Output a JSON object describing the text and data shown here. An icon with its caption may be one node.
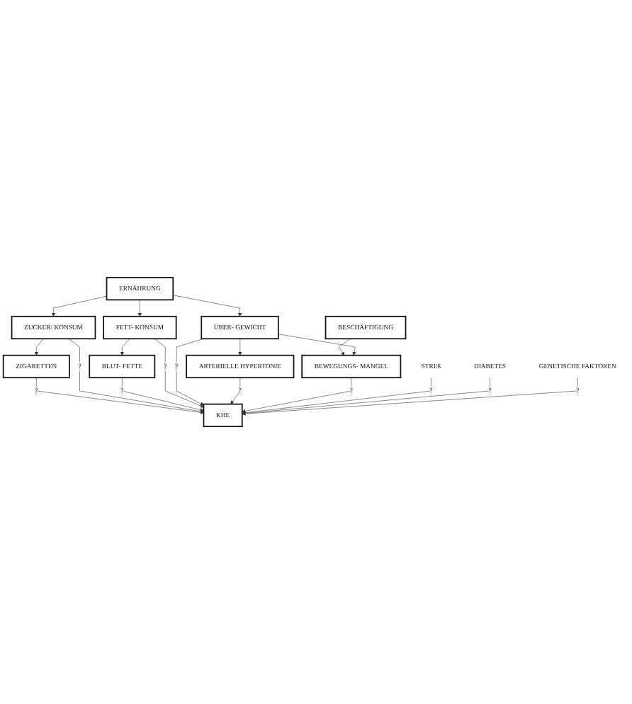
{
  "diagram": {
    "nodes": [
      {
        "text": [
          "ZIGARETTEN"
        ]
      },
      {
        "text": [
          "ERNÄHRUNG"
        ]
      },
      {
        "text": [
          "BESCHÄFTIGUNG"
        ]
      },
      {
        "text": [
          "ZUCKER/ KONSUM"
        ]
      },
      {
        "text": [
          "FETT- KONSUM"
        ]
      },
      {
        "text": [
          "ÜBER- GEWICHT"
        ]
      },
      {
        "text": [
          "BEWEGUNGS- MANGEL"
        ]
      },
      {
        "text": [
          "BLUT- FETTE"
        ]
      },
      {
        "text": [
          "ARTERIELLE HYPERTONIE"
        ]
      },
      {
        "text": [
          "STREß"
        ]
      },
      {
        "text": [
          "DIABETES"
        ]
      },
      {
        "text": [
          "GENETISCHE FAKTOREN"
        ]
      },
      {
        "text": [
          "KHE"
        ]
      }
    ],
    "edges": [
      {
        "from": 1,
        "to": 3,
        "arrow": "to"
      },
      {
        "from": 1,
        "to": 4,
        "arrow": "to"
      },
      {
        "from": 1,
        "to": 5,
        "arrow": "to"
      },
      {
        "from": 2,
        "to": 6,
        "arrow": "to"
      },
      {
        "from": 5,
        "to": 6,
        "arrow": "to"
      },
      {
        "from": 3,
        "to": 0,
        "arrow": "to"
      },
      {
        "from": 4,
        "to": 7,
        "arrow": "to"
      },
      {
        "from": 5,
        "to": 8,
        "arrow": "to"
      },
      {
        "from": 0,
        "to": 12,
        "arrow": "to",
        "label": "?"
      },
      {
        "from": 3,
        "to": 12,
        "arrow": "to",
        "label": "?"
      },
      {
        "from": 7,
        "to": 12,
        "arrow": "to",
        "label": "?"
      },
      {
        "from": 4,
        "to": 12,
        "arrow": "to",
        "label": "?"
      },
      {
        "from": 5,
        "to": 12,
        "arrow": "to",
        "label": "?"
      },
      {
        "from": 8,
        "to": 12,
        "arrow": "to",
        "label": "?"
      },
      {
        "from": 6,
        "to": 12,
        "arrow": "to",
        "label": "?"
      },
      {
        "from": 9,
        "to": 12,
        "arrow": "to",
        "label": "?"
      },
      {
        "from": 10,
        "to": 12,
        "arrow": "to",
        "label": "?"
      },
      {
        "from": 11,
        "to": 12,
        "arrow": "to",
        "label": "?"
      }
    ]
  }
}
